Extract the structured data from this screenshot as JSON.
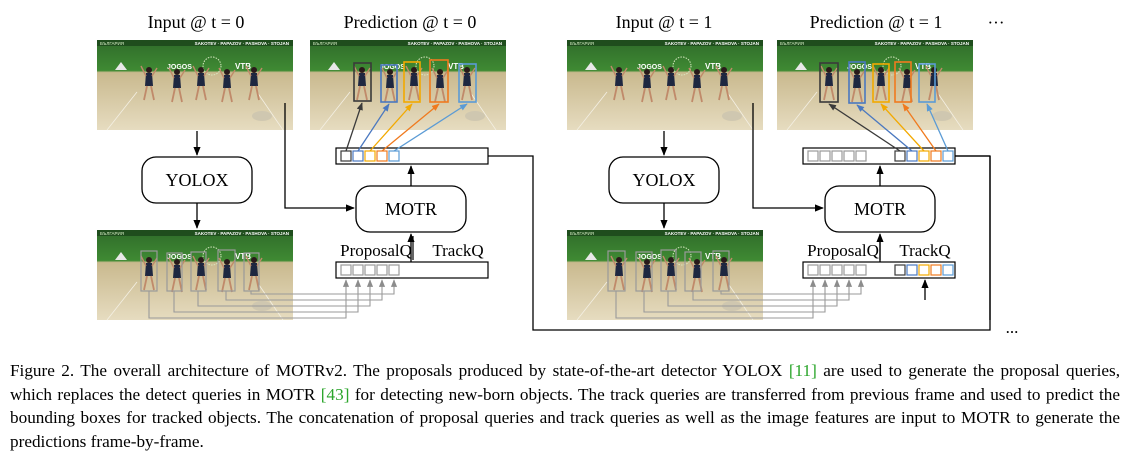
{
  "diagram": {
    "labels": {
      "input_t0": "Input @ t = 0",
      "pred_t0": "Prediction @ t = 0",
      "input_t1": "Input @ t = 1",
      "pred_t1": "Prediction @ t = 1",
      "ellipsis_top": "···",
      "ellipsis_bottom": "...",
      "yolox": "YOLOX",
      "motr": "MOTR",
      "proposal_q": "ProposalQ",
      "track_q": "TrackQ"
    },
    "frame_banner_text": "SAKOTEV · PAPAZOV · PASHOVA · STOJAN",
    "frame_logo_text": "JOGOS",
    "frame_logo_text2": "VTB",
    "frame_corner_text": "БЪЛГАРИЯ",
    "box_colors": [
      "#3a3a3a",
      "#4a78c0",
      "#f2a900",
      "#f07a1e",
      "#5b9bd5"
    ],
    "colors": {
      "query_gray": "#9a9a9a",
      "line": "#000000",
      "cite": "#2aa52a"
    }
  },
  "caption": {
    "before_ref1": "Figure 2. The overall architecture of MOTRv2. The proposals produced by state-of-the-art detector YOLOX ",
    "ref1": "[11]",
    "between": " are used to generate the proposal queries, which replaces the detect queries in MOTR ",
    "ref2": "[43]",
    "after_ref2": " for detecting new-born objects. The track queries are transferred from previous frame and used to predict the bounding boxes for tracked objects. The concatenation of proposal queries and track queries as well as the image features are input to MOTR to generate the predictions frame-by-frame."
  }
}
